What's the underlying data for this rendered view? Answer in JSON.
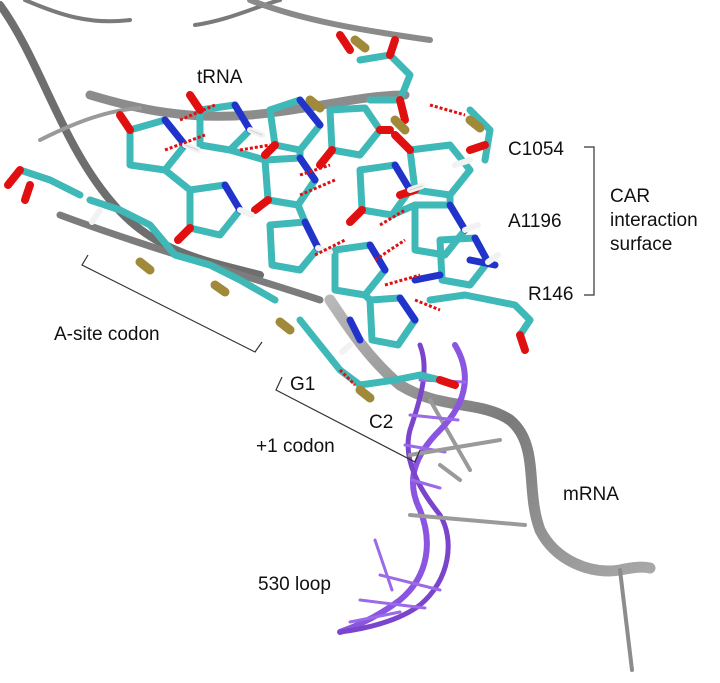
{
  "labels": {
    "trna": "tRNA",
    "c1054": "C1054",
    "a1196": "A1196",
    "r146": "R146",
    "car_line1": "CAR",
    "car_line2": "interaction",
    "car_line3": "surface",
    "a_site_codon": "A-site codon",
    "g1": "G1",
    "c2": "C2",
    "plus1_codon": "+1 codon",
    "mrna": "mRNA",
    "loop530": "530 loop"
  },
  "colors": {
    "carbon": "#3fb8b8",
    "oxygen": "#e01010",
    "nitrogen": "#2233cc",
    "hydrogen": "#f2f2f2",
    "phosphorus": "#a08a3a",
    "backbone": "#8a8a8a",
    "rrna_530": "#8a55e0",
    "hbond": "#e01010"
  }
}
